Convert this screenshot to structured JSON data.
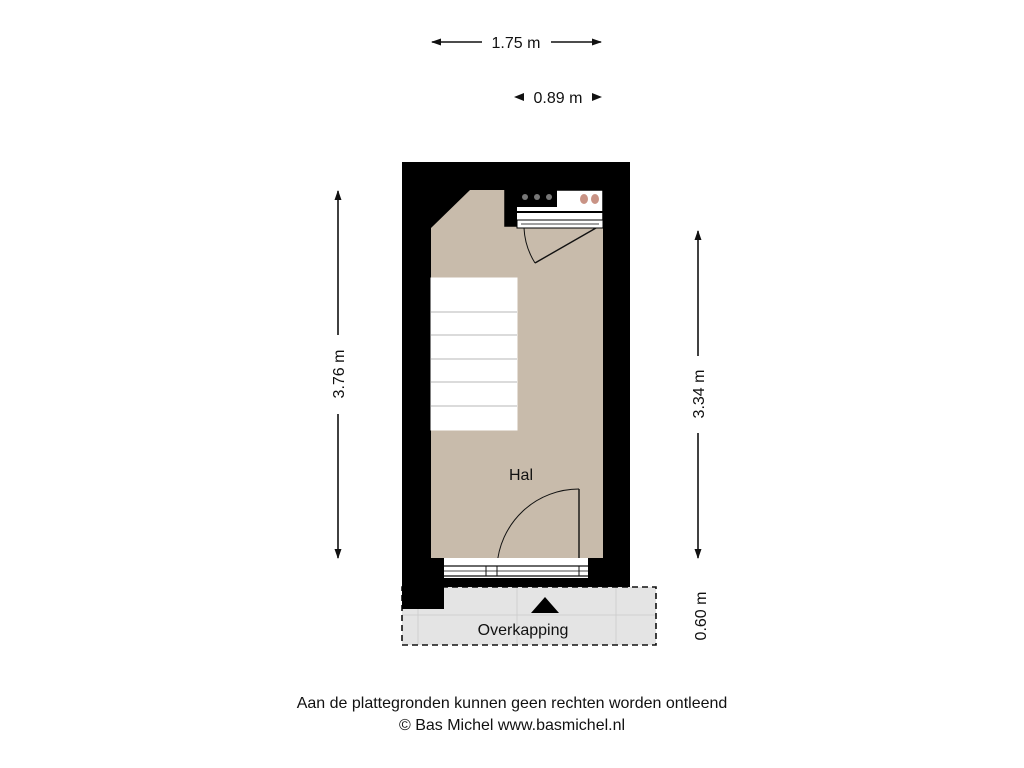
{
  "dimensions": {
    "top_total": "1.75 m",
    "top_inner": "0.89 m",
    "left_height": "3.76 m",
    "right_height": "3.34 m",
    "canopy_depth": "0.60 m"
  },
  "rooms": {
    "hall": "Hal",
    "canopy": "Overkapping"
  },
  "footer": {
    "disclaimer": "Aan de plattegronden kunnen geen rechten worden ontleend",
    "copyright": "© Bas Michel www.basmichel.nl"
  },
  "colors": {
    "wall": "#000000",
    "floor": "#c8bbab",
    "canopy": "#e4e4e4",
    "stairs": "#ffffff"
  }
}
